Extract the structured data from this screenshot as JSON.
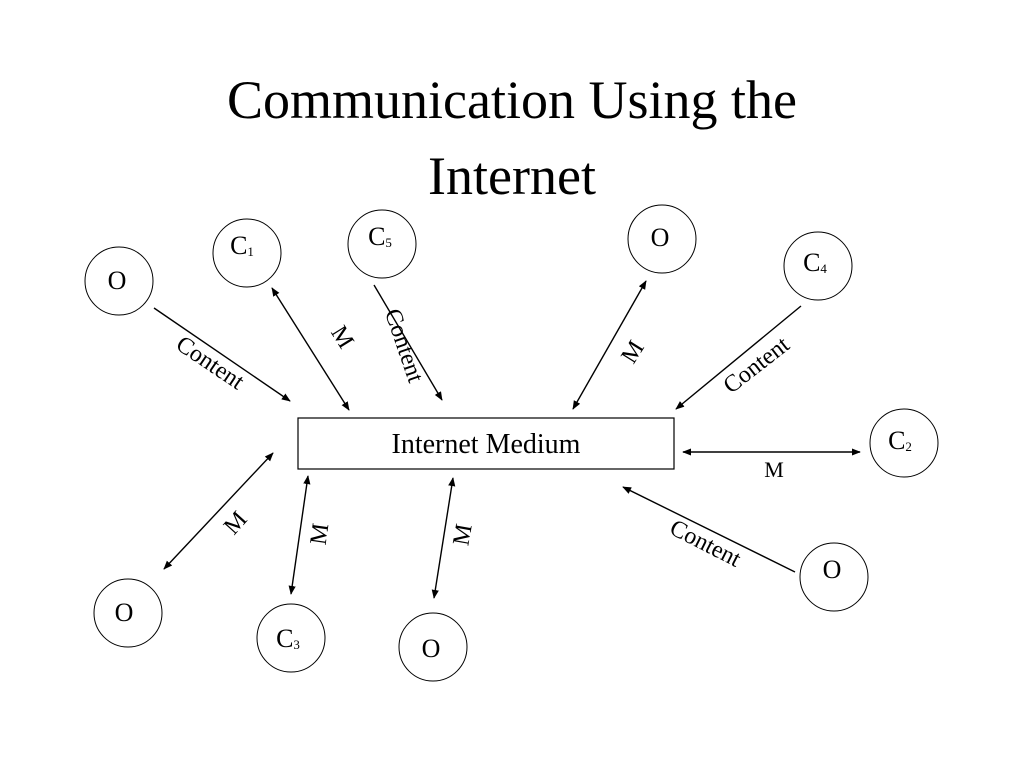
{
  "slide": {
    "title_line1": "Communication Using the",
    "title_line2": "Internet"
  },
  "diagram": {
    "medium_label": "Internet Medium",
    "nodes": {
      "o_top_left": "O",
      "c1": {
        "letter": "C",
        "sub": "1"
      },
      "c5": {
        "letter": "C",
        "sub": "5"
      },
      "o_top_right": "O",
      "c4": {
        "letter": "C",
        "sub": "4"
      },
      "c2": {
        "letter": "C",
        "sub": "2"
      },
      "o_bottom_right": "O",
      "o_bottom_center": "O",
      "c3": {
        "letter": "C",
        "sub": "3"
      },
      "o_bottom_left": "O"
    },
    "edge_labels": {
      "content_top_left": "Content",
      "m_c1": "M",
      "content_c5": "Content",
      "m_top_right": "M",
      "content_c4": "Content",
      "m_c2": "M",
      "content_bottom_right": "Content",
      "m_bottom_center": "M",
      "m_c3": "M",
      "m_bottom_left": "M"
    }
  }
}
